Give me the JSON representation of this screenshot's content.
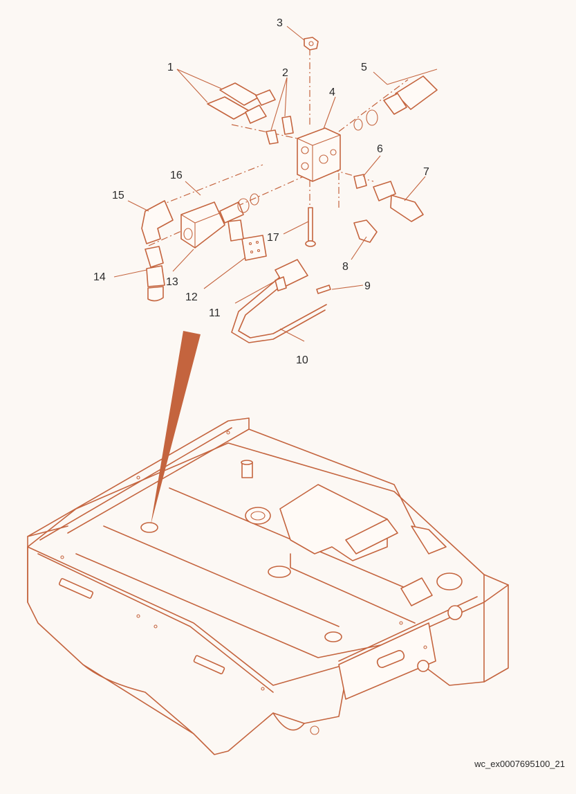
{
  "diagram": {
    "part_labels": [
      "1",
      "2",
      "3",
      "4",
      "5",
      "6",
      "7",
      "8",
      "9",
      "10",
      "11",
      "12",
      "13",
      "14",
      "15",
      "16",
      "17"
    ],
    "footer_ref": "wc_ex0007695100_21",
    "colors": {
      "line": "#c4643e",
      "pointer": "#c4643e",
      "text": "#2a2a2a",
      "background": "#fcf8f4"
    }
  }
}
